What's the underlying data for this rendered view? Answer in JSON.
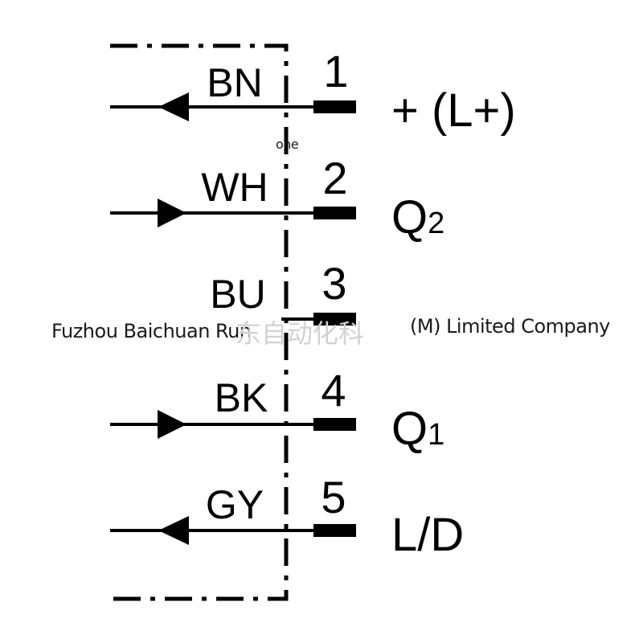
{
  "colors": {
    "ink": "#000000",
    "background": "#ffffff",
    "watermark_text": "#1a1a1a",
    "watermark_faded": "#d2d2d2"
  },
  "pins": [
    {
      "wire": "BN",
      "number": "1",
      "label": "+ (L+)",
      "arrow": "left"
    },
    {
      "wire": "WH",
      "number": "2",
      "label": "Q",
      "subscript": "2",
      "arrow": "right"
    },
    {
      "wire": "BU",
      "number": "3",
      "label": "",
      "arrow": "none"
    },
    {
      "wire": "BK",
      "number": "4",
      "label": "Q",
      "subscript": "1",
      "arrow": "right"
    },
    {
      "wire": "GY",
      "number": "5",
      "label": "L/D",
      "arrow": "left"
    }
  ],
  "watermark": {
    "small": "one",
    "left": "Fuzhou Baichuan Run",
    "middle": "东自动化科",
    "right": "(M) Limited Company"
  }
}
